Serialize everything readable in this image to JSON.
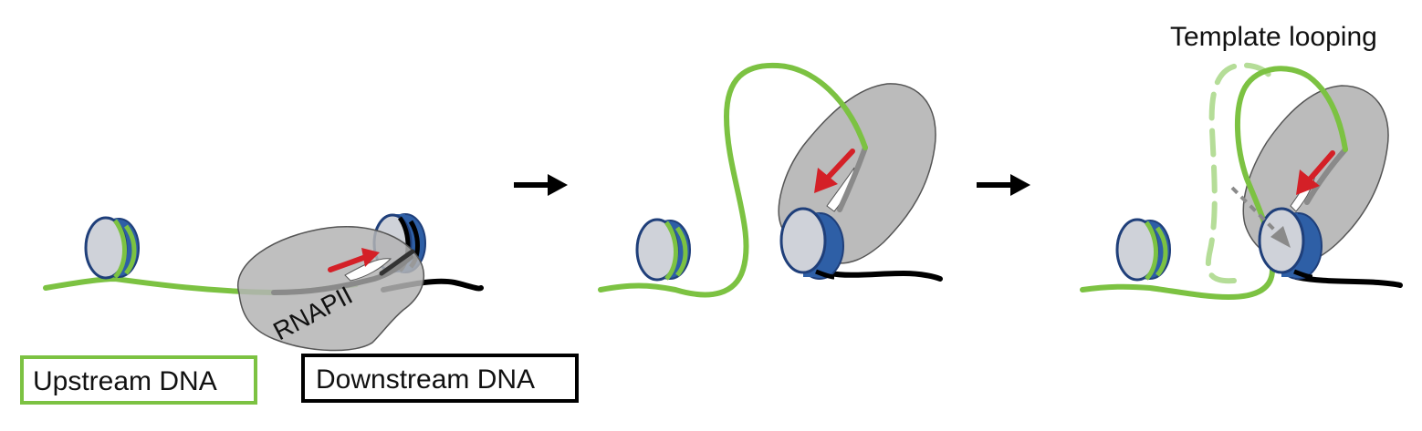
{
  "labels": {
    "rnapii": "RNAPII",
    "template_looping": "Template looping",
    "upstream_dna": "Upstream DNA",
    "downstream_dna": "Downstream DNA"
  },
  "colors": {
    "upstream_dna": "#7cc242",
    "upstream_dna_light": "#b5dd98",
    "downstream_dna": "#000000",
    "polymerase_fill": "#b4b4b4",
    "polymerase_stroke": "#555555",
    "nucleosome_face": "#cfd2d9",
    "nucleosome_side": "#2e5fa6",
    "nucleosome_stroke": "#1f3f7a",
    "movement_arrow": "#d42027",
    "step_arrow": "#000000",
    "dashed_arrow": "#8a8a8a"
  },
  "icons": {
    "step_arrow": "right-arrow",
    "movement_arrow": "red-arrow"
  }
}
